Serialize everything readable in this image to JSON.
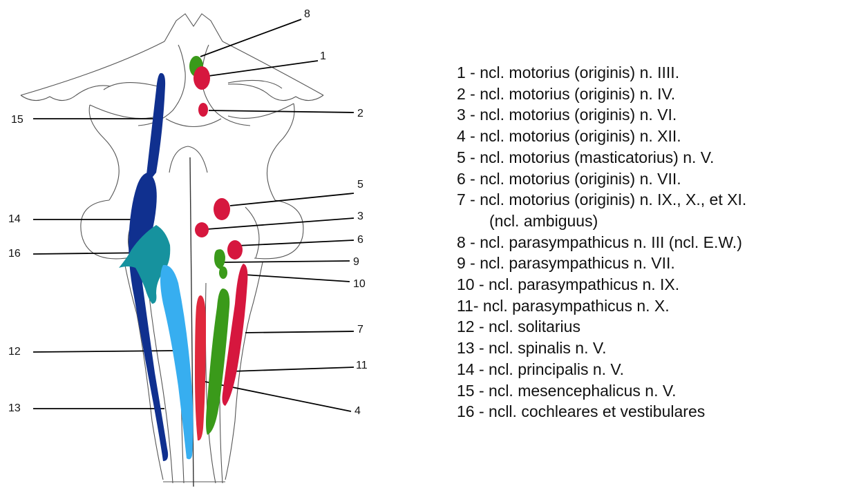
{
  "colors": {
    "motor": "#d6173e",
    "motor_alt": "#e0283c",
    "parasympathetic": "#3a9a1a",
    "solitarius": "#37aef0",
    "trigeminal": "#10308f",
    "cochlear_vestibular": "#16929e",
    "outline": "#555555"
  },
  "callouts": {
    "n1": "1",
    "n2": "2",
    "n3": "3",
    "n4": "4",
    "n5": "5",
    "n6": "6",
    "n7": "7",
    "n8": "8",
    "n9": "9",
    "n10": "10",
    "n11": "11",
    "n12": "12",
    "n13": "13",
    "n14": "14",
    "n15": "15",
    "n16": "16"
  },
  "legend": [
    "1 - ncl. motorius (originis) n. IIII.",
    "2 - ncl. motorius (originis) n. IV.",
    "3 - ncl. motorius (originis) n. VI.",
    "4 - ncl. motorius (originis) n. XII.",
    "5 - ncl. motorius (masticatorius) n. V.",
    "6 - ncl. motorius (originis) n. VII.",
    "7 - ncl. motorius (originis) n. IX., X., et XI.",
    "(ncl. ambiguus)",
    "8 - ncl. parasympathicus n. III (ncl. E.W.)",
    "9 - ncl. parasympathicus n. VII.",
    "10 - ncl. parasympathicus n. IX.",
    "11- ncl. parasympathicus n. X.",
    "12 - ncl. solitarius",
    "13 - ncl. spinalis n. V.",
    "14 - ncl. principalis n. V.",
    "15 - ncl. mesencephalicus n. V.",
    "16 - ncll. cochleares et vestibulares"
  ]
}
